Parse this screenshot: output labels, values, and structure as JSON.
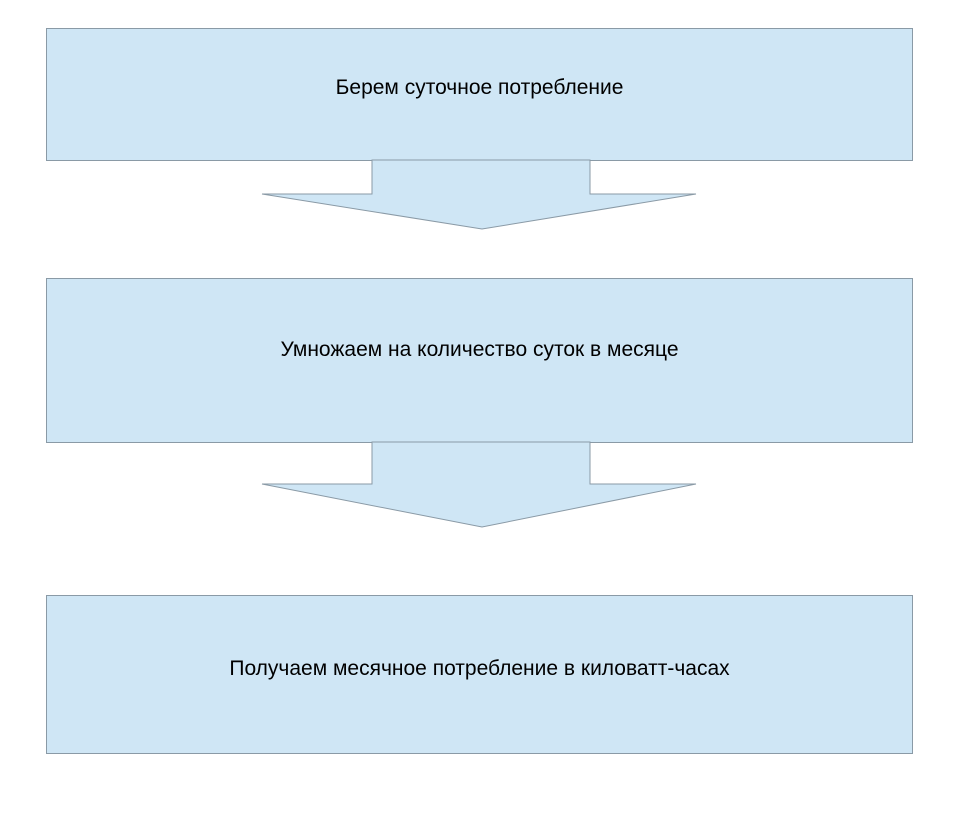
{
  "flow": {
    "steps": [
      {
        "label": "Берем суточное потребление"
      },
      {
        "label": "Умножаем на количество суток в месяце"
      },
      {
        "label": "Получаем месячное потребление в киловатт-часах"
      }
    ],
    "colors": {
      "box_fill": "#cfe6f5",
      "box_stroke": "#8a9aa6",
      "text": "#000000"
    }
  }
}
